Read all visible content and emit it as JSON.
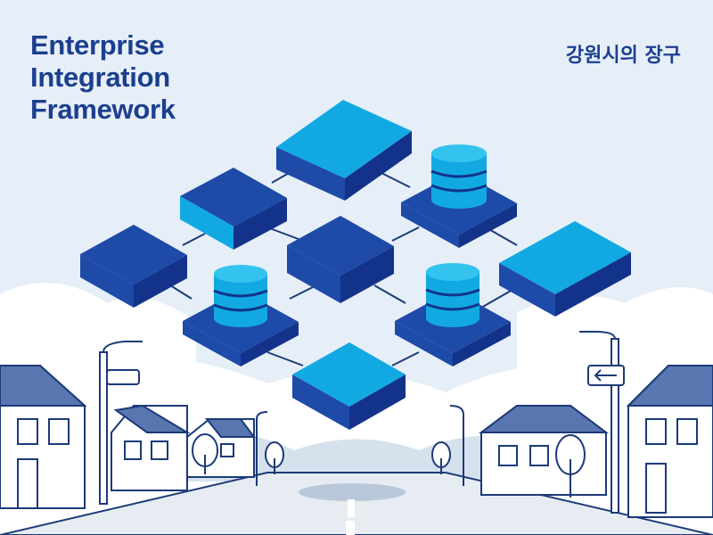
{
  "heading": {
    "lines": [
      "Enterprise",
      "Integration",
      "Framework"
    ],
    "subtitle": "강원시의 장구"
  },
  "colors": {
    "background": "#e6eef7",
    "title": "#1b3f8f",
    "block_dark_top": "#1e4aa8",
    "block_light_top": "#12a9e3",
    "block_side": "#13338a",
    "outline": "#1b3a78",
    "hills": "#d6e1ee"
  },
  "icons": {
    "street_sign": "left-arrow-icon",
    "databases": "database-icon"
  }
}
